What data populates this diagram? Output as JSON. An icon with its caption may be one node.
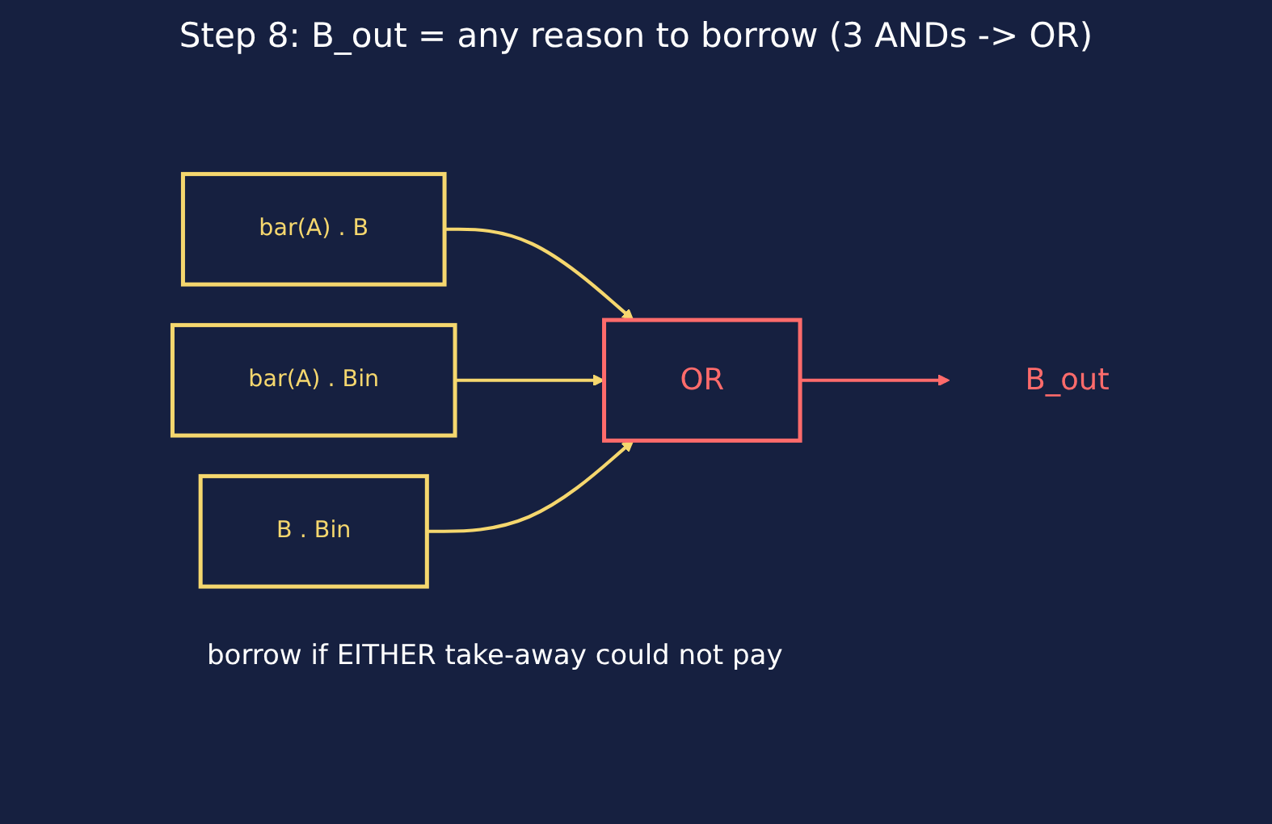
{
  "diagram": {
    "title": "Step 8: B_out = any reason to borrow (3 ANDs -> OR)",
    "nodes": [
      {
        "text": [
          "bar(A) . B"
        ]
      },
      {
        "text": [
          "bar(A) . Bin"
        ]
      },
      {
        "text": [
          "B . Bin"
        ]
      },
      {
        "text": [
          "OR"
        ]
      },
      {
        "text": [
          "B_out"
        ]
      }
    ],
    "edges": [
      {
        "from": 0,
        "to": 3,
        "arrow": "to"
      },
      {
        "from": 1,
        "to": 3,
        "arrow": "to"
      },
      {
        "from": 2,
        "to": 3,
        "arrow": "to"
      },
      {
        "from": 3,
        "to": 4,
        "arrow": "to",
        "color": "#ff6b6b"
      }
    ],
    "labels": [
      "borrow if EITHER take-away could not pay"
    ]
  }
}
